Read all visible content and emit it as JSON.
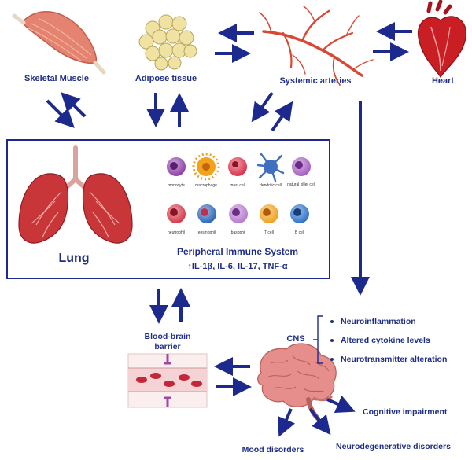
{
  "nodes": {
    "skeletal_muscle": "Skeletal Muscle",
    "adipose_tissue": "Adipose tissue",
    "systemic_arteries": "Systemic arteries",
    "heart": "Heart",
    "lung": "Lung",
    "immune_title": "Peripheral Immune System",
    "cytokines": "↑IL-1β, IL-6, IL-17, TNF-α",
    "bbb_line1": "Blood-brain",
    "bbb_line2": "barrier",
    "cns": "CNS",
    "cognitive": "Cognitive impairment",
    "mood": "Mood disorders",
    "neurodegenerative": "Neurodegenerative disorders"
  },
  "cns_effects": [
    "Neuroinflammation",
    "Altered cytokine levels",
    "Neurotransmitter alteration"
  ],
  "immune_cells": [
    {
      "label": "monocyte",
      "color": "#8e3fa8"
    },
    {
      "label": "macrophage",
      "color": "#f3a21b"
    },
    {
      "label": "mast cell",
      "color": "#d8324a"
    },
    {
      "label": "dendritic cell",
      "color": "#3f6fc0"
    },
    {
      "label": "natural killer cell",
      "color": "#a45fc1"
    },
    {
      "label": "neutrophil",
      "color": "#d43a4b"
    },
    {
      "label": "eosinophil",
      "color": "#2e67b8"
    },
    {
      "label": "basophil",
      "color": "#b77bd0"
    },
    {
      "label": "T cell",
      "color": "#f0a21e"
    },
    {
      "label": "B cell",
      "color": "#2f73c9"
    }
  ],
  "colors": {
    "arrow": "#1c2a8e",
    "label": "#1f2f86",
    "artery": "#d64a35",
    "lung": "#c8363a",
    "heart": "#c81e24",
    "muscle": "#e4836f",
    "brain": "#e58e8b"
  }
}
